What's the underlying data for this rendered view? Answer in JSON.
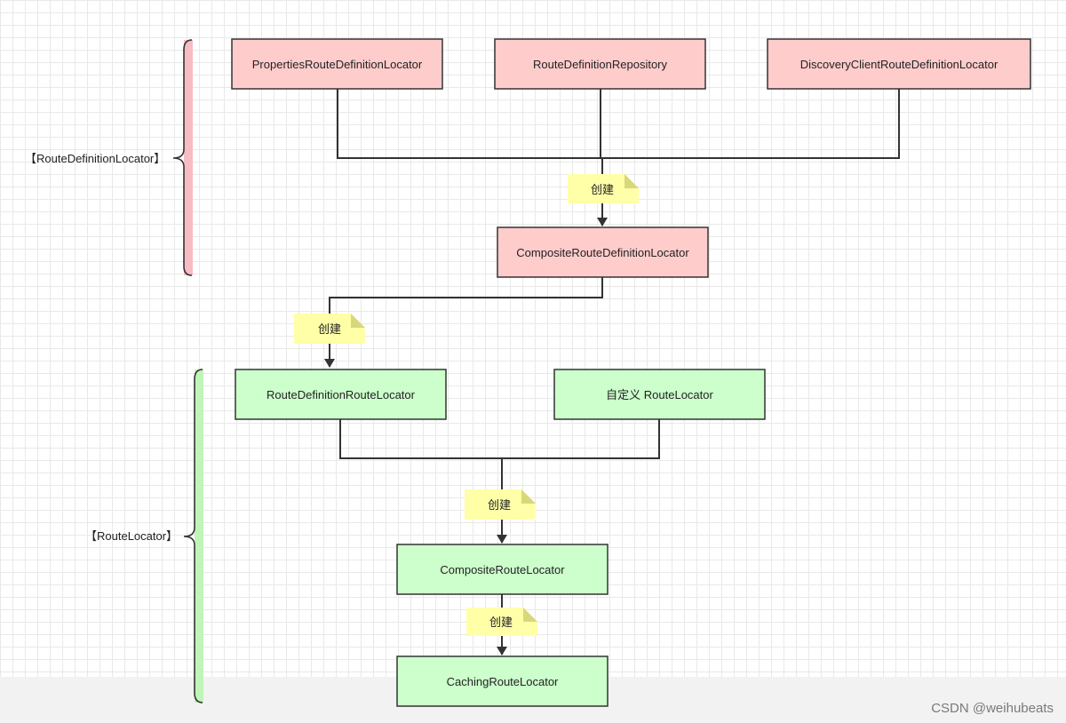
{
  "colors": {
    "pink_fill": "#ffcccc",
    "green_fill": "#ccffcc",
    "note_fill": "#ffffa8",
    "note_fold": "#d8d87a",
    "pink_bracket": "#f8bcc4",
    "green_bracket": "#bff5b8",
    "stroke": "#333333"
  },
  "groups": {
    "route_definition_locator": "【RouteDefinitionLocator】",
    "route_locator": "【RouteLocator】"
  },
  "nodes": {
    "properties_rdl": "PropertiesRouteDefinitionLocator",
    "route_definition_repository": "RouteDefinitionRepository",
    "discovery_client_rdl": "DiscoveryClientRouteDefinitionLocator",
    "composite_rdl": "CompositeRouteDefinitionLocator",
    "route_definition_route_locator": "RouteDefinitionRouteLocator",
    "custom_route_locator": "自定义 RouteLocator",
    "composite_route_locator": "CompositeRouteLocator",
    "caching_route_locator": "CachingRouteLocator"
  },
  "notes": {
    "create_1": "创建",
    "create_2": "创建",
    "create_3": "创建",
    "create_4": "创建"
  },
  "watermark": "CSDN @weihubeats"
}
